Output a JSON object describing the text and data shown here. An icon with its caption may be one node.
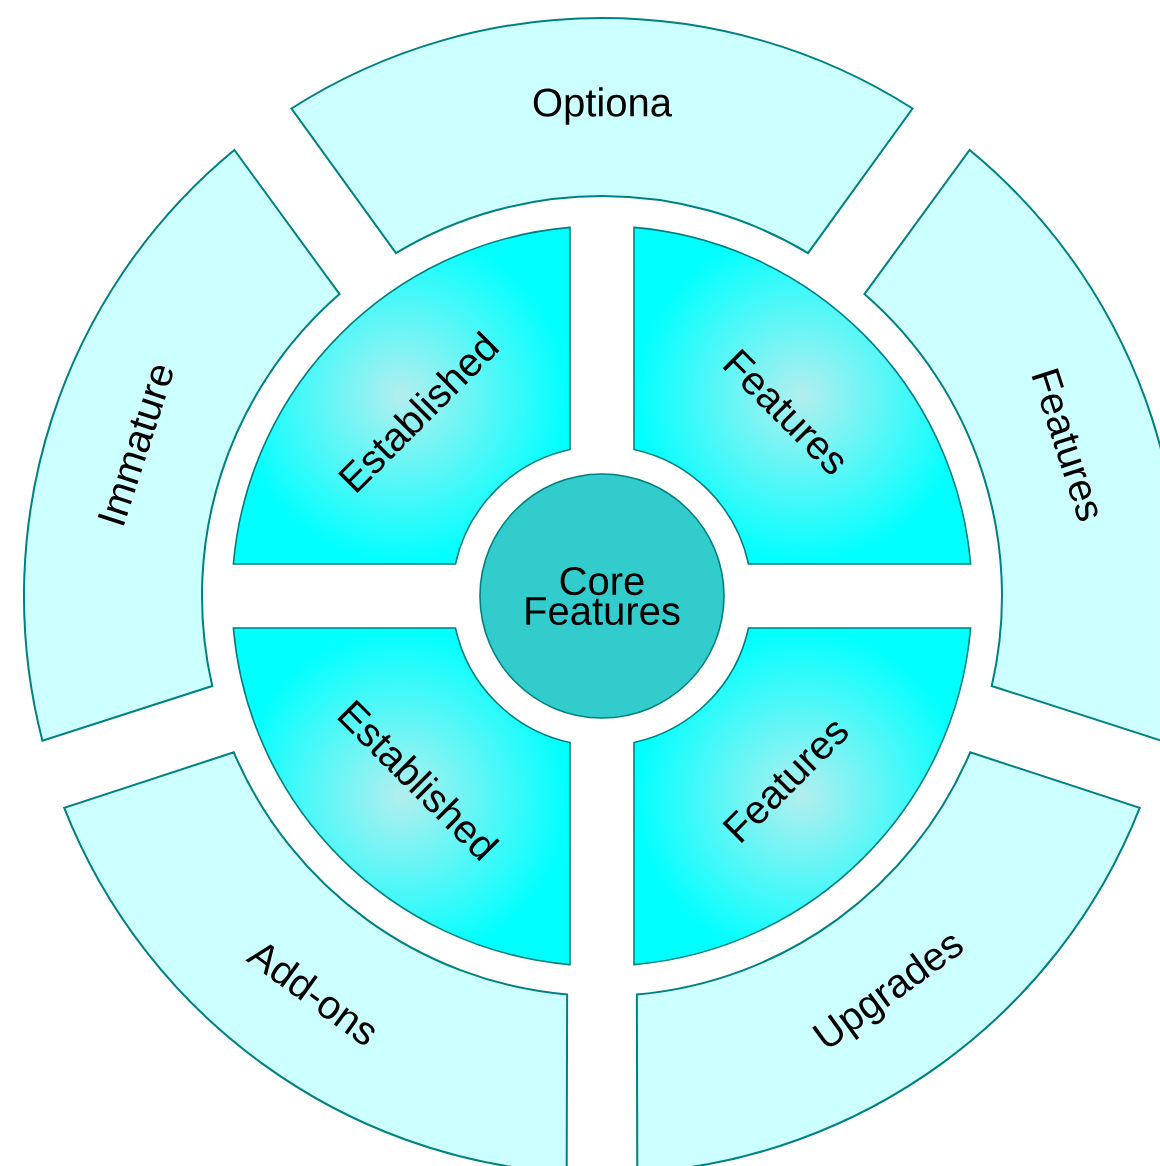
{
  "diagram": {
    "nodes": [
      {
        "text": [
          "Optiona"
        ]
      },
      {
        "text": [
          "Immature"
        ]
      },
      {
        "text": [
          "Features"
        ]
      },
      {
        "text": [
          "Established"
        ]
      },
      {
        "text": [
          "Features"
        ]
      },
      {
        "text": [
          "Core Features"
        ]
      },
      {
        "text": [
          "Established"
        ]
      },
      {
        "text": [
          "Features"
        ]
      },
      {
        "text": [
          "Add-ons"
        ]
      },
      {
        "text": [
          "Upgrades"
        ]
      }
    ]
  }
}
